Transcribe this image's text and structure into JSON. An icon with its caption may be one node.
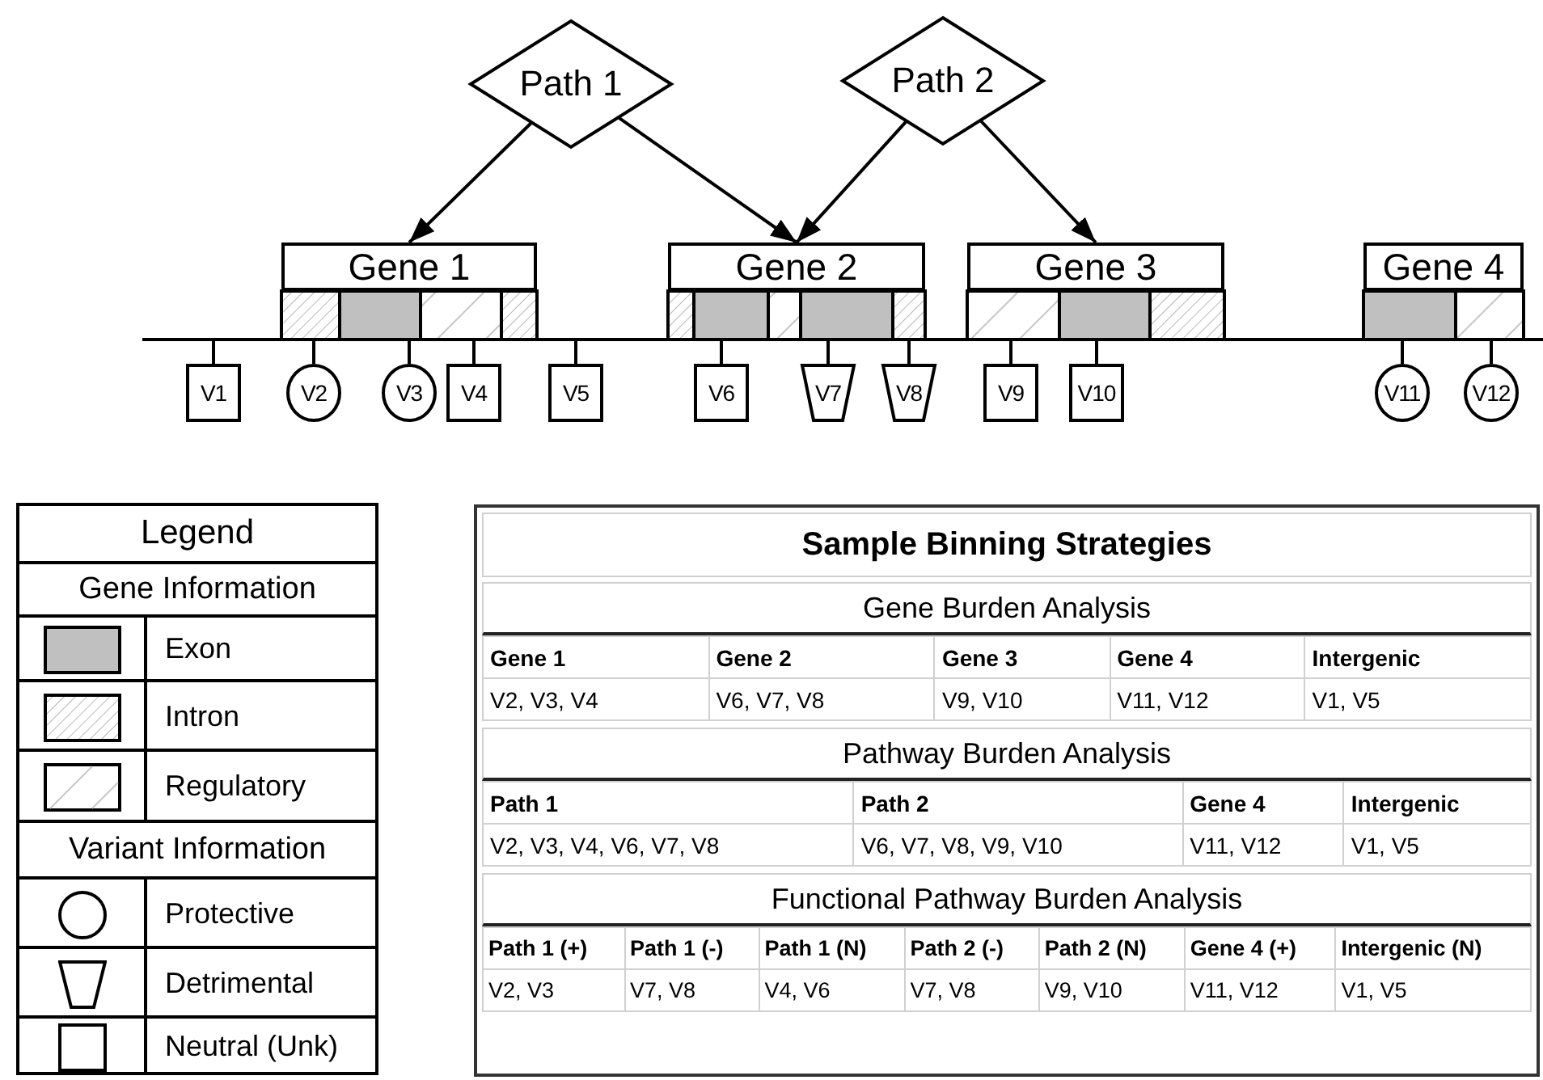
{
  "diagram": {
    "nodes": [
      {
        "text": [
          "Path 1"
        ]
      },
      {
        "text": [
          "Path 2"
        ]
      },
      {
        "text": [
          "Gene 1"
        ]
      },
      {
        "text": [
          "Gene 2"
        ]
      },
      {
        "text": [
          "Gene 3"
        ]
      },
      {
        "text": [
          "Gene 4"
        ]
      },
      {
        "text": [
          "V1"
        ]
      },
      {
        "text": [
          "V2"
        ]
      },
      {
        "text": [
          "V3"
        ]
      },
      {
        "text": [
          "V4"
        ]
      },
      {
        "text": [
          "V5"
        ]
      },
      {
        "text": [
          "V6"
        ]
      },
      {
        "text": [
          "V7"
        ]
      },
      {
        "text": [
          "V8"
        ]
      },
      {
        "text": [
          "V9"
        ]
      },
      {
        "text": [
          "V10"
        ]
      },
      {
        "text": [
          "V11"
        ]
      },
      {
        "text": [
          "V12"
        ]
      },
      {
        "text": [],
        "shape": "bar"
      }
    ],
    "edges": [
      {
        "from": 0,
        "to": 2,
        "arrow": "to"
      },
      {
        "from": 0,
        "to": 3,
        "arrow": "to"
      },
      {
        "from": 1,
        "to": 3,
        "arrow": "to"
      },
      {
        "from": 1,
        "to": 4,
        "arrow": "to"
      },
      {
        "from": 18,
        "to": 6,
        "arrow": "none"
      },
      {
        "from": 18,
        "to": 7,
        "arrow": "none"
      },
      {
        "from": 18,
        "to": 8,
        "arrow": "none"
      },
      {
        "from": 18,
        "to": 9,
        "arrow": "none"
      },
      {
        "from": 18,
        "to": 10,
        "arrow": "none"
      },
      {
        "from": 18,
        "to": 11,
        "arrow": "none"
      },
      {
        "from": 18,
        "to": 12,
        "arrow": "none"
      },
      {
        "from": 18,
        "to": 13,
        "arrow": "none"
      },
      {
        "from": 18,
        "to": 14,
        "arrow": "none"
      },
      {
        "from": 18,
        "to": 15,
        "arrow": "none"
      },
      {
        "from": 18,
        "to": 16,
        "arrow": "none"
      },
      {
        "from": 18,
        "to": 17,
        "arrow": "none"
      }
    ],
    "labels": [
      "Legend",
      "Gene Information",
      "Variant Information",
      "Sample Binning Strategies",
      "Gene Burden Analysis",
      "Gene 1",
      "Gene 2",
      "Gene 3",
      "Gene 4",
      "Intergenic",
      "V2, V3, V4",
      "V6, V7, V8",
      "V9, V10",
      "V11, V12",
      "V1, V5",
      "Pathway Burden Analysis",
      "Path 1",
      "Path 2",
      "Gene 4",
      "Intergenic",
      "V2, V3, V4, V6, V7, V8",
      "V6, V7, V8, V9, V10",
      "V11, V12",
      "V1, V5",
      "Functional Pathway Burden Analysis",
      "Path 1 (+)",
      "Path 1 (-)",
      "Path 1 (N)",
      "Path 2 (-)",
      "Path 2 (N)",
      "Gene 4 (+)",
      "Intergenic (N)",
      "V2, V3",
      "V7, V8",
      "V4, V6",
      "V7, V8",
      "V9, V10",
      "V11, V12",
      "V1, V5"
    ],
    "legend": [
      {
        "text": "Exon",
        "color": "#c0c0c0"
      },
      {
        "text": "Intron"
      },
      {
        "text": "Regulatory"
      },
      {
        "text": "Protective"
      },
      {
        "text": "Detrimental"
      },
      {
        "text": "Neutral (Unk)"
      }
    ]
  }
}
